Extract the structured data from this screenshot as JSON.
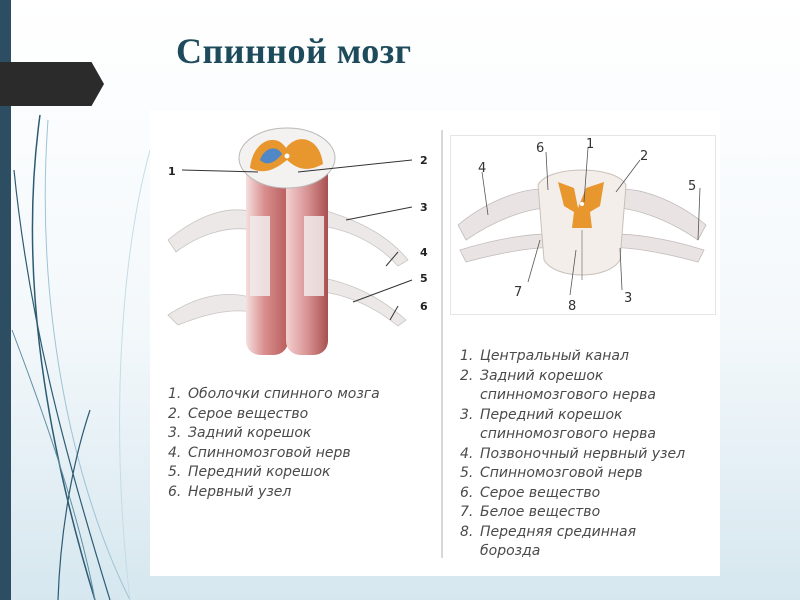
{
  "slide": {
    "title": "Спинной мозг"
  },
  "figure_left": {
    "callouts": [
      "1",
      "2",
      "3",
      "4",
      "5",
      "6"
    ]
  },
  "figure_right": {
    "callouts": [
      "1",
      "2",
      "3",
      "4",
      "5",
      "6",
      "7",
      "8"
    ]
  },
  "legend_left": [
    {
      "num": "1.",
      "text": "Оболочки спинного мозга"
    },
    {
      "num": "2.",
      "text": "Серое вещество"
    },
    {
      "num": "3.",
      "text": "Задний корешок"
    },
    {
      "num": "4.",
      "text": "Спинномозговой нерв"
    },
    {
      "num": "5.",
      "text": "Передний корешок"
    },
    {
      "num": "6.",
      "text": "Нервный узел"
    }
  ],
  "legend_right": [
    {
      "num": "1.",
      "text": "Центральный канал"
    },
    {
      "num": "2.",
      "text": "Задний корешок\nспинномозгового нерва"
    },
    {
      "num": "3.",
      "text": "Передний корешок\nспинномозгового нерва"
    },
    {
      "num": "4.",
      "text": "Позвоночный нервный узел"
    },
    {
      "num": "5.",
      "text": "Спинномозговой нерв"
    },
    {
      "num": "6.",
      "text": "Серое вещество"
    },
    {
      "num": "7.",
      "text": "Белое вещество"
    },
    {
      "num": "8.",
      "text": "Передняя срединная\nборозда"
    }
  ],
  "colors": {
    "title": "#1d4b5c",
    "sidebar": "#2d4d62",
    "tab": "#2b2b2b",
    "cord_pink": "#d99a9a",
    "grey_matter": "#e8962e"
  }
}
